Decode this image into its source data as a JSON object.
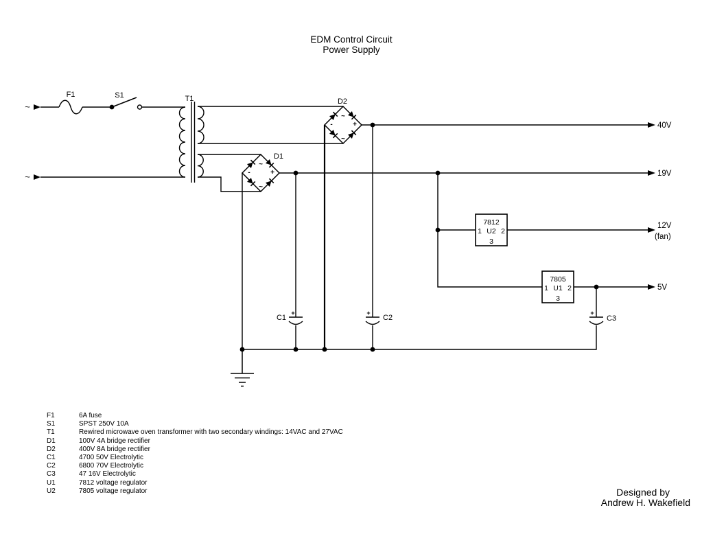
{
  "title": {
    "line1": "EDM Control Circuit",
    "line2": "Power Supply"
  },
  "inputs": {
    "ac_top": "~",
    "ac_bottom": "~"
  },
  "labels": {
    "fuse": "F1",
    "switch": "S1",
    "transformer": "T1",
    "bridge1": "D1",
    "bridge2": "D2",
    "cap1": "C1",
    "cap2": "C2",
    "cap3": "C3",
    "cap_plus": "+"
  },
  "bridge_marks": {
    "ac_top": "~",
    "ac_bottom": "~",
    "plus": "+",
    "minus": "-"
  },
  "regulators": {
    "u2": {
      "part": "7812",
      "name": "U2",
      "pin_in": "1",
      "pin_out": "2",
      "pin_gnd": "3"
    },
    "u1": {
      "part": "7805",
      "name": "U1",
      "pin_in": "1",
      "pin_out": "2",
      "pin_gnd": "3"
    }
  },
  "outputs": {
    "v40": "40V",
    "v19": "19V",
    "v12": "12V",
    "v12_sub": "(fan)",
    "v5": "5V"
  },
  "parts_list": [
    {
      "ref": "F1",
      "desc": "6A fuse"
    },
    {
      "ref": "S1",
      "desc": "SPST 250V 10A"
    },
    {
      "ref": "T1",
      "desc": "Rewired microwave oven transformer with two secondary windings: 14VAC and 27VAC"
    },
    {
      "ref": "D1",
      "desc": "100V 4A bridge rectifier"
    },
    {
      "ref": "D2",
      "desc": "400V 8A bridge rectifier"
    },
    {
      "ref": "C1",
      "desc": "4700 50V Electrolytic"
    },
    {
      "ref": "C2",
      "desc": "6800 70V Electrolytic"
    },
    {
      "ref": "C3",
      "desc": "47 16V Electrolytic"
    },
    {
      "ref": "U1",
      "desc": "7812 voltage regulator"
    },
    {
      "ref": "U2",
      "desc": "7805 voltage regulator"
    }
  ],
  "credit": {
    "line1": "Designed by",
    "line2": "Andrew H. Wakefield"
  },
  "colors": {
    "ink": "#000000",
    "background": "#ffffff"
  }
}
